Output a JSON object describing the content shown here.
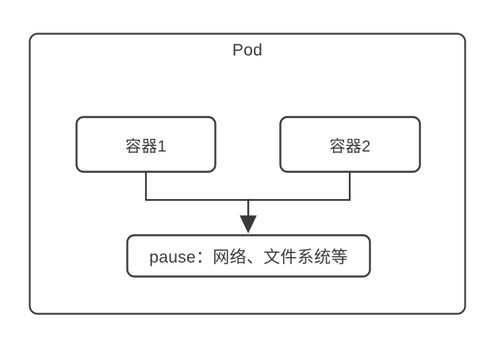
{
  "diagram": {
    "type": "block-diagram",
    "title": "Pod",
    "background_color": "#ffffff",
    "stroke_color": "#3a3a3a",
    "text_color": "#3a3a3a",
    "nodes": [
      {
        "id": "pod",
        "label": "Pod",
        "shape": "rounded-rectangle",
        "role": "container-group"
      },
      {
        "id": "container1",
        "label": "容器1",
        "shape": "rounded-rectangle",
        "role": "container"
      },
      {
        "id": "container2",
        "label": "容器2",
        "shape": "rounded-rectangle",
        "role": "container"
      },
      {
        "id": "pause",
        "label": "pause：网络、文件系统等",
        "shape": "rounded-rectangle",
        "role": "infrastructure-container"
      }
    ],
    "edges": [
      {
        "from": "container1",
        "to": "pause",
        "style": "orthogonal",
        "arrowhead": "filled-triangle"
      },
      {
        "from": "container2",
        "to": "pause",
        "style": "orthogonal",
        "arrowhead": "filled-triangle"
      }
    ]
  }
}
